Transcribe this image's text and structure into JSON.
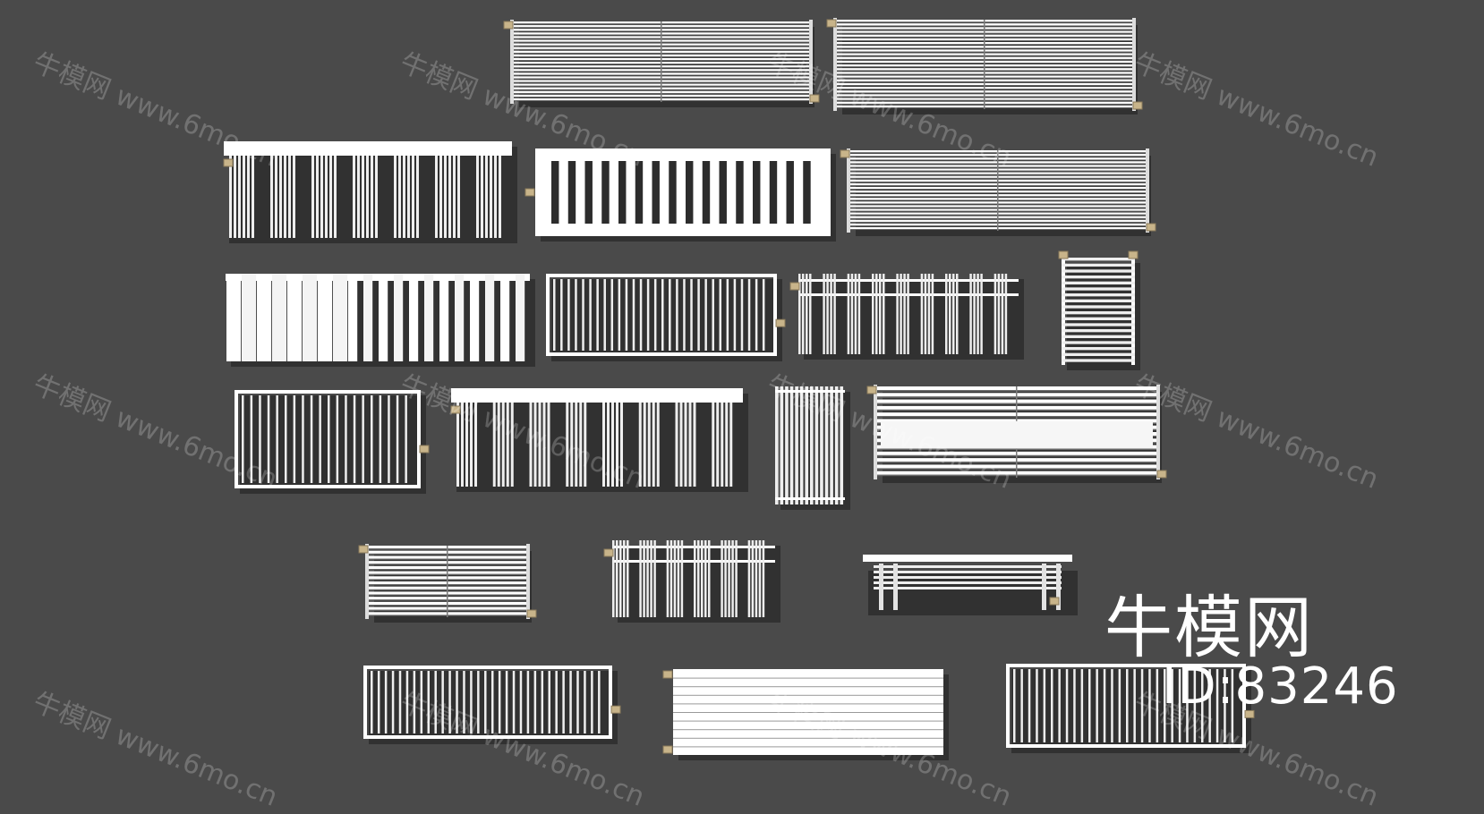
{
  "scene": {
    "background": "#4a4a4a",
    "radiator_color": "#ffffff",
    "tube_color": "#eeeeee",
    "valve_color": "#c8b48a",
    "shadow_color": "#1e1e1e"
  },
  "watermark": {
    "logo_text": "牛模网",
    "url_text": "www.6mo.cn"
  },
  "brand": {
    "name": "牛模网",
    "id_label": "ID:83246"
  },
  "radiators": [
    {
      "name": "horizontal-tube-radiator-1",
      "style": "horizontal"
    },
    {
      "name": "horizontal-tube-radiator-2",
      "style": "horizontal"
    },
    {
      "name": "column-radiator-with-top-shelf",
      "style": "columns-top-shelf"
    },
    {
      "name": "slotted-panel-radiator",
      "style": "slotted-panel"
    },
    {
      "name": "horizontal-tube-radiator-3",
      "style": "horizontal"
    },
    {
      "name": "flat-panel-column-radiator",
      "style": "flat-columns"
    },
    {
      "name": "grouped-vertical-tube-radiator-1",
      "style": "grouped-vertical"
    },
    {
      "name": "column-group-radiator-1",
      "style": "column-groups"
    },
    {
      "name": "towel-rail-radiator",
      "style": "towel-rail"
    },
    {
      "name": "grouped-vertical-tube-radiator-2",
      "style": "grouped-vertical"
    },
    {
      "name": "column-radiator-with-wide-shelf",
      "style": "columns-top-shelf"
    },
    {
      "name": "tall-vertical-tube-radiator",
      "style": "vertical-block"
    },
    {
      "name": "horizontal-radiator-with-panel",
      "style": "horizontal-panel"
    },
    {
      "name": "compact-horizontal-radiator",
      "style": "horizontal"
    },
    {
      "name": "column-group-radiator-2",
      "style": "column-groups"
    },
    {
      "name": "bench-radiator",
      "style": "bench"
    },
    {
      "name": "framed-vertical-tube-radiator",
      "style": "grouped-vertical"
    },
    {
      "name": "flat-horizontal-panel-radiator",
      "style": "flat-horizontal"
    },
    {
      "name": "framed-vertical-radiator-2",
      "style": "grouped-vertical"
    }
  ]
}
